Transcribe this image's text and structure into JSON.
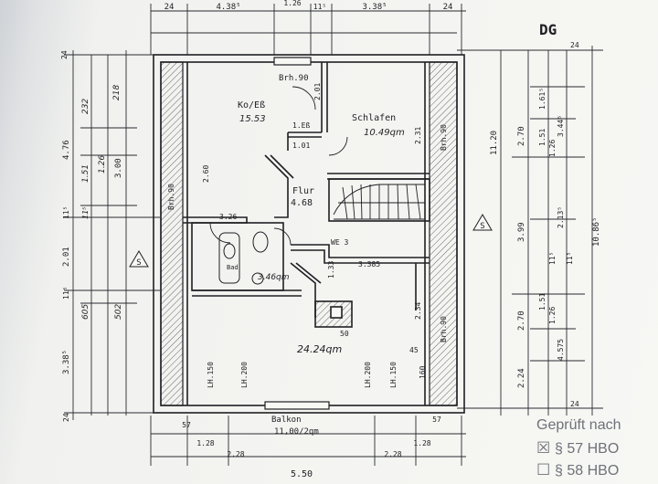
{
  "sheet": {
    "level": "DG"
  },
  "rooms": {
    "kueche_label": "Ko/Eß",
    "kueche_area": "15.53",
    "schlafen_label": "Schlafen",
    "schlafen_area": "10.49qm",
    "flur_label": "Flur",
    "flur_area": "4.68",
    "wohnen_area": "24.24qm",
    "bad_label": "Bad",
    "bad_area": "3.46qm",
    "balkon_label": "Balkon",
    "balkon_area": "11,00/2qm"
  },
  "notes": {
    "brh_top": "Brh.90",
    "brh_left": "Brh.90",
    "brh_right_top": "Brh.90",
    "brh_right_bottom": "Brh.90",
    "stair": "WE 3",
    "lh150_left": "LH.150",
    "lh200_left": "LH.200",
    "lh200_mid": "LH.200",
    "lh150_mid": "LH.150",
    "n45": "45",
    "n160": "160",
    "n50": "50",
    "fenster_1": "1.33",
    "fenster_2": "1.01",
    "fenster_3": "1.Eß",
    "d_326": "3.26",
    "d_260": "2.60",
    "d_201": "2.01",
    "d_231": "2.31",
    "d_3385": "3.385",
    "d_133": "1.33",
    "d_234": "2.34"
  },
  "dims_top": [
    "24",
    "4.38⁵",
    "1.26",
    "11⁵",
    "3.38⁵",
    "24"
  ],
  "dims_bottom": [
    "5.50",
    "1.28",
    "2.28",
    "2.28",
    "1.28",
    "57",
    "57"
  ],
  "dims_left_outer": [
    "24",
    "4.76",
    "11⁵",
    "2.01",
    "11⁵",
    "3.38⁵",
    "24"
  ],
  "dims_left_mid": [
    "232",
    "1.51",
    "11⁵",
    "605"
  ],
  "dims_left_inner": [
    "218",
    "1.26",
    "3.00",
    "502"
  ],
  "dims_right_a": [
    "11.20"
  ],
  "dims_right_b": [
    "2.70",
    "3.99",
    "2.70",
    "2.24"
  ],
  "dims_right_c": [
    "1.61⁵",
    "1.51",
    "1.26",
    "11⁵",
    "1.51",
    "1.26"
  ],
  "dims_right_d": [
    "3.44⁵",
    "2.13⁵",
    "11⁵",
    "4.575"
  ],
  "dims_right_e": [
    "24",
    "10.86⁵",
    "24"
  ],
  "stamp": {
    "title": "Geprüft nach",
    "opt1_mark": "☒",
    "opt1": "§ 57 HBO",
    "opt2_mark": "☐",
    "opt2": "§ 58 HBO"
  },
  "markers": {
    "s_left": "S",
    "s_right": "S"
  }
}
